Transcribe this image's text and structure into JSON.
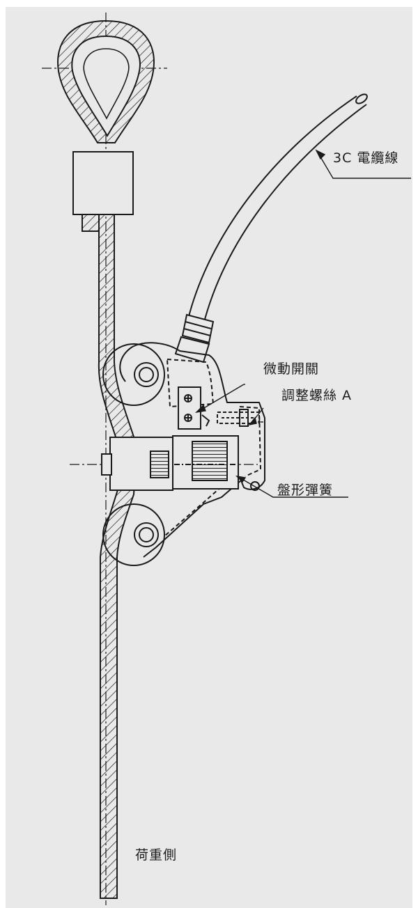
{
  "labels": {
    "cable": "3C 電纜線",
    "microswitch": "微動開關",
    "screw_a": "調整螺絲 A",
    "disc_spring": "盤形彈簧",
    "load_side": "荷重側"
  },
  "colors": {
    "background": "#e9e9e9",
    "line": "#1a1a1a"
  }
}
